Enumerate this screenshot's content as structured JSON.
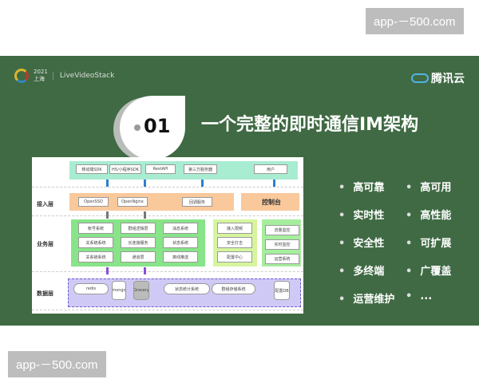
{
  "watermark": {
    "text": "app-－500.com"
  },
  "slide": {
    "event_logo": {
      "year": "2021",
      "city": "上海",
      "brand": "LiveVideoStack"
    },
    "company_logo": "腾讯云",
    "number": "01",
    "title": "一个完整的即时通信IM架构",
    "diagram": {
      "clients": [
        "移动端SDK",
        "H5/小程序SDK",
        "RestAPI",
        "第三方服务器",
        "用户"
      ],
      "layers": [
        "接入层",
        "业务层",
        "数据层"
      ],
      "access": [
        "OpenSSO",
        "OpenNginx",
        "回调服务"
      ],
      "console": "控制台",
      "business": [
        "帐号系统",
        "群组逻辑层",
        "消息系统",
        "关系链系统",
        "长连接服务",
        "状态系统",
        "关系链系统",
        "通道层",
        "离线推送"
      ],
      "ops_middle": [
        "接入限频",
        "安全打击",
        "配置中心"
      ],
      "ops_right": [
        "流量监控",
        "实时监控",
        "运营系统"
      ],
      "data": [
        "redis",
        "mongo",
        "Grocery",
        "状态统计系统",
        "群组存储系统",
        "配置DB"
      ]
    },
    "features": [
      "高可靠",
      "高可用",
      "实时性",
      "高性能",
      "安全性",
      "可扩展",
      "多终端",
      "广覆盖",
      "运营维护",
      "..."
    ]
  }
}
